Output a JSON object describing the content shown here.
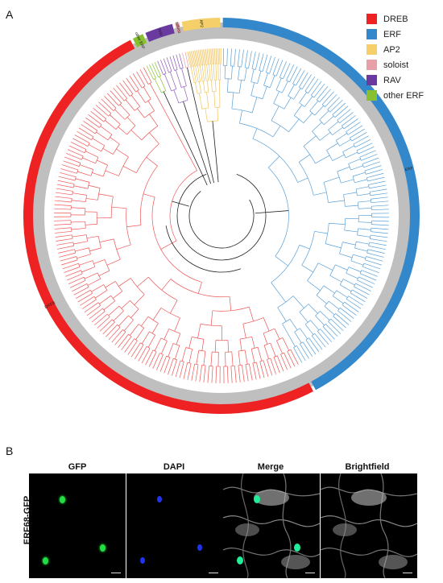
{
  "panels": {
    "a_label": "A",
    "b_label": "B"
  },
  "tree": {
    "clades": [
      {
        "name": "DREB",
        "color": "#ee2222",
        "branch_color": "#ee5555",
        "arc_label": "DREB"
      },
      {
        "name": "ERF",
        "color": "#3388cc",
        "branch_color": "#5aa0d8",
        "arc_label": "ERF"
      },
      {
        "name": "AP2",
        "color": "#f5cf6a",
        "branch_color": "#f0c560",
        "arc_label": "AP2"
      },
      {
        "name": "soloist",
        "color": "#e8a0a8",
        "branch_color": "#e8a0a8",
        "arc_label": "soloist"
      },
      {
        "name": "RAV",
        "color": "#6a3aa0",
        "branch_color": "#8a5ab8",
        "arc_label": "RAV"
      },
      {
        "name": "other ERF",
        "color": "#88c030",
        "branch_color": "#88c030",
        "arc_label": "other ERF"
      }
    ]
  },
  "legend": {
    "items": [
      "DREB",
      "ERF",
      "AP2",
      "soloist",
      "RAV",
      "other ERF"
    ]
  },
  "microscopy": {
    "columns": [
      "GFP",
      "DAPI",
      "Merge",
      "Brightfield"
    ],
    "row_label": "ERF68-GFP"
  }
}
